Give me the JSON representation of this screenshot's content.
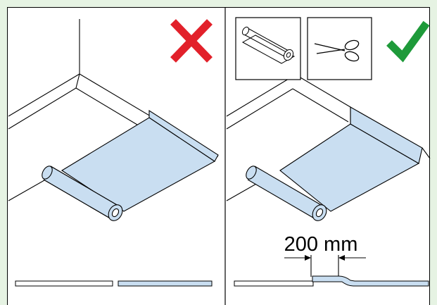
{
  "panels": {
    "left": {
      "verdict": "incorrect"
    },
    "right": {
      "verdict": "correct"
    }
  },
  "annotation": {
    "overlap_label": "200 mm"
  },
  "icons": {
    "incorrect": "red-cross-icon",
    "correct": "green-check-icon",
    "roll": "membrane-roll-icon",
    "scissors": "scissors-icon"
  },
  "colors": {
    "background": "#e6f3e3",
    "membrane": "#c9def1",
    "cross": "#e2202a",
    "check": "#1e9a3a",
    "line": "#000000"
  }
}
